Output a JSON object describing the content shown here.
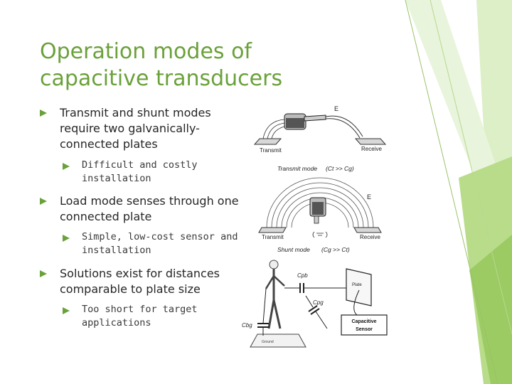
{
  "slide": {
    "title": "Operation modes of capacitive transducers",
    "bullets": [
      {
        "text": "Transmit and shunt modes require two galvanically-connected plates",
        "sub": [
          "Difficult and costly installation"
        ]
      },
      {
        "text": "Load mode senses through one connected plate",
        "sub": [
          "Simple, low-cost sensor and installation"
        ]
      },
      {
        "text": "Solutions exist for distances comparable to plate size",
        "sub": [
          "Too short for target applications"
        ]
      }
    ]
  },
  "figure": {
    "transmit_label": "Transmit",
    "receive_label": "Receive",
    "transmit_mode_caption": "Transmit mode",
    "transmit_mode_relation": "(Ct >> Cg)",
    "shunt_mode_caption": "Shunt mode",
    "shunt_mode_relation": "(Cg >> Ct)",
    "field_symbol": "E",
    "cap_pb": "Cpb",
    "cap_pg": "Cpg",
    "cap_bg": "Cbg",
    "plate_label": "Plate",
    "sensor_label_1": "Capacitive",
    "sensor_label_2": "Sensor",
    "ground_label": "Ground"
  },
  "theme": {
    "accent": "#6aa13a",
    "deco_light": "#c9e3a8",
    "deco_mid": "#a5cf6f"
  }
}
